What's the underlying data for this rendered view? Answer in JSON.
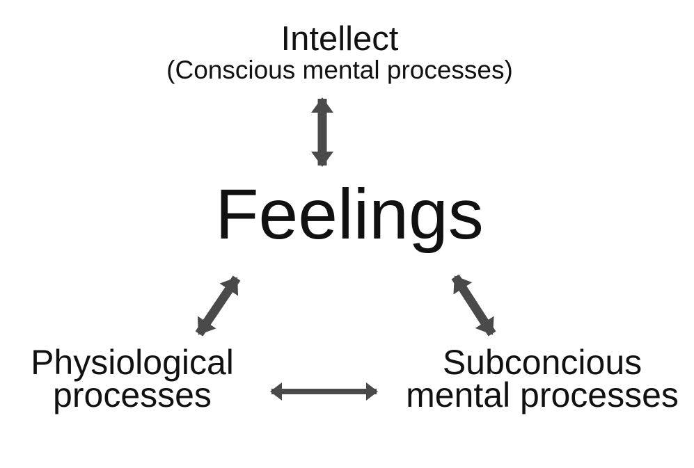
{
  "colors": {
    "background": "#ffffff",
    "text": "#111111",
    "arrow": "#4a4a4a"
  },
  "nodes": {
    "intellect": {
      "title": "Intellect",
      "subtitle": "(Conscious mental processes)"
    },
    "feelings": {
      "title": "Feelings"
    },
    "physiological": {
      "line1": "Physiological",
      "line2": "processes"
    },
    "subconscious": {
      "line1": "Subconcious",
      "line2": "mental processes"
    }
  },
  "connections": [
    {
      "from": "Feelings",
      "to": "Intellect (Conscious mental processes)",
      "type": "bidirectional"
    },
    {
      "from": "Feelings",
      "to": "Physiological processes",
      "type": "bidirectional"
    },
    {
      "from": "Feelings",
      "to": "Subconcious mental processes",
      "type": "bidirectional"
    },
    {
      "from": "Physiological processes",
      "to": "Subconcious mental processes",
      "type": "bidirectional"
    }
  ]
}
